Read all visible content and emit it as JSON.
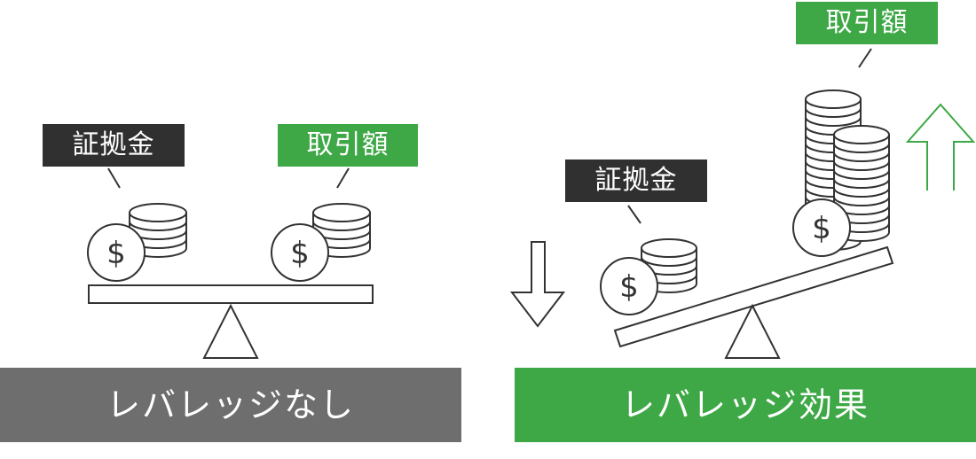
{
  "left": {
    "margin_label": "証拠金",
    "amount_label": "取引額",
    "banner": "レバレッジなし"
  },
  "right": {
    "margin_label": "証拠金",
    "amount_label": "取引額",
    "banner": "レバレッジ効果"
  },
  "symbols": {
    "currency": "$"
  },
  "icons": {
    "down_arrow": "down-arrow-icon",
    "up_arrow": "up-arrow-icon"
  },
  "colors": {
    "dark_label": "#303030",
    "green": "#3ea846",
    "gray_banner": "#6e6e6e",
    "outline": "#333333"
  }
}
